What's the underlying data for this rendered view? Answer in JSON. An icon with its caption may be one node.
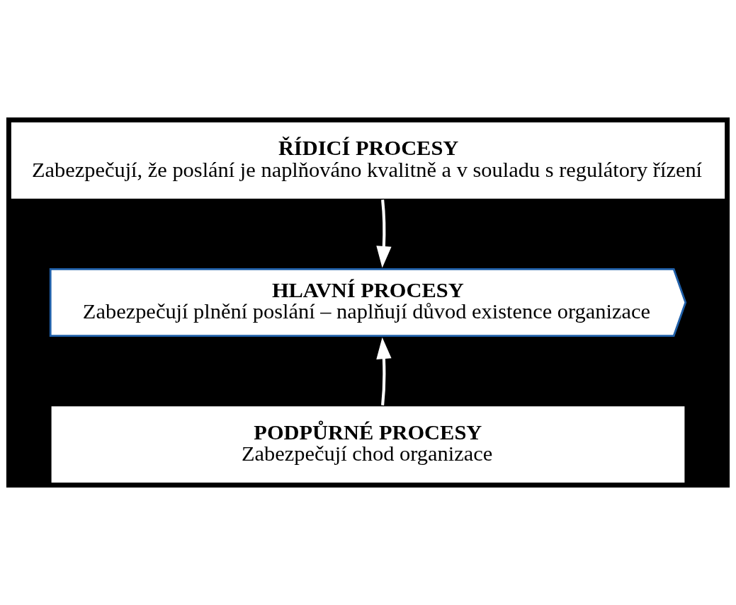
{
  "diagram": {
    "nodes": [
      {
        "text": [
          "ŘÍDICÍ PROCESY",
          "Zabezpečují, že poslání je naplňováno kvalitně a v souladu s regulátory řízení"
        ]
      },
      {
        "text": [
          "HLAVNÍ PROCESY",
          "Zabezpečují plnění poslání – naplňují důvod existence organizace"
        ]
      },
      {
        "text": [
          "PODPŮRNÉ PROCESY",
          "Zabezpečují chod organizace"
        ]
      }
    ],
    "edges": [
      {
        "from": 0,
        "to": 1,
        "arrow": "to"
      },
      {
        "from": 2,
        "to": 1,
        "arrow": "to"
      }
    ]
  }
}
